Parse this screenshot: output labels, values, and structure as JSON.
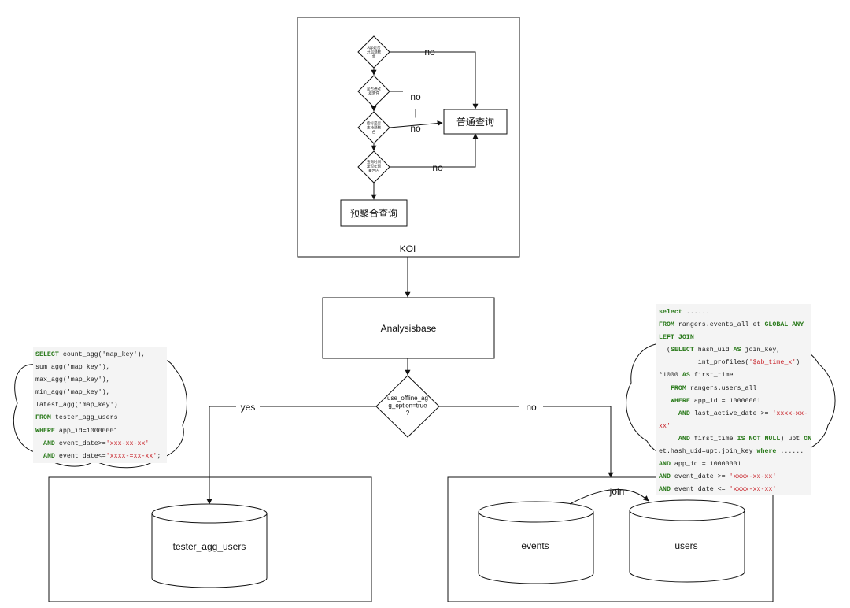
{
  "koi": {
    "label": "KOI",
    "diamonds": [
      "App是否\n开启预聚\n合",
      "是否通过\n滤条件",
      "指标是否\n支持预聚\n合",
      "查询时间\n是否在预\n聚合内"
    ],
    "no_labels": [
      "no",
      "no",
      "|",
      "no",
      "no"
    ],
    "normal_query": "普通查询",
    "pre_agg_query": "预聚合查询"
  },
  "analysisbase": {
    "label": "Analysisbase"
  },
  "decision": {
    "label": "use_offline_ag\ng_option=true\n?",
    "yes_label": "yes",
    "no_label": "no"
  },
  "left_store": {
    "table": "tester_agg_users"
  },
  "right_store": {
    "events": "events",
    "users": "users",
    "join_label": "join"
  },
  "left_sql": [
    [
      [
        "kw",
        "SELECT"
      ],
      [
        "pl",
        " count_agg('map_key'),"
      ]
    ],
    [
      [
        "pl",
        "sum_agg('map_key'),"
      ]
    ],
    [
      [
        "pl",
        "max_agg('map_key'),"
      ]
    ],
    [
      [
        "pl",
        "min_agg('map_key'),"
      ]
    ],
    [
      [
        "pl",
        "latest_agg('map_key') ……"
      ]
    ],
    [
      [
        "kw",
        "FROM"
      ],
      [
        "pl",
        " tester_agg_users"
      ]
    ],
    [
      [
        "kw",
        "WHERE"
      ],
      [
        "pl",
        " app_id=10000001"
      ]
    ],
    [
      [
        "pl",
        "  "
      ],
      [
        "kw",
        "AND"
      ],
      [
        "pl",
        " event_date>="
      ],
      [
        "str",
        "'xxx-xx-xx'"
      ]
    ],
    [
      [
        "pl",
        "  "
      ],
      [
        "kw",
        "AND"
      ],
      [
        "pl",
        " event_date<="
      ],
      [
        "str",
        "'xxxx-=xx-xx'"
      ],
      [
        "pl",
        ";"
      ]
    ]
  ],
  "right_sql": [
    [
      [
        "kw",
        "select"
      ],
      [
        "pl",
        " ......"
      ]
    ],
    [
      [
        "kw",
        "FROM"
      ],
      [
        "pl",
        " rangers.events_all et "
      ],
      [
        "kw",
        "GLOBAL ANY"
      ]
    ],
    [
      [
        "kw",
        "LEFT JOIN"
      ]
    ],
    [
      [
        "pl",
        "  ("
      ],
      [
        "kw",
        "SELECT"
      ],
      [
        "pl",
        " hash_uid "
      ],
      [
        "kw",
        "AS"
      ],
      [
        "pl",
        " join_key,"
      ]
    ],
    [
      [
        "pl",
        "          int_profiles("
      ],
      [
        "str",
        "'$ab_time_x'"
      ],
      [
        "pl",
        ")"
      ]
    ],
    [
      [
        "pl",
        "*1000 "
      ],
      [
        "kw",
        "AS"
      ],
      [
        "pl",
        " first_time"
      ]
    ],
    [
      [
        "pl",
        "   "
      ],
      [
        "kw",
        "FROM"
      ],
      [
        "pl",
        " rangers.users_all"
      ]
    ],
    [
      [
        "pl",
        "   "
      ],
      [
        "kw",
        "WHERE"
      ],
      [
        "pl",
        " app_id = 10000001"
      ]
    ],
    [
      [
        "pl",
        "     "
      ],
      [
        "kw",
        "AND"
      ],
      [
        "pl",
        " last_active_date >= "
      ],
      [
        "str",
        "'xxxx-xx-"
      ]
    ],
    [
      [
        "str",
        "xx'"
      ]
    ],
    [
      [
        "pl",
        "     "
      ],
      [
        "kw",
        "AND"
      ],
      [
        "pl",
        " first_time "
      ],
      [
        "kw",
        "IS NOT NULL"
      ],
      [
        "pl",
        ") upt "
      ],
      [
        "kw",
        "ON"
      ]
    ],
    [
      [
        "pl",
        "et.hash_uid=upt.join_key "
      ],
      [
        "kw",
        "where"
      ],
      [
        "pl",
        " ......"
      ]
    ],
    [
      [
        "kw",
        "AND"
      ],
      [
        "pl",
        " app_id = 10000001"
      ]
    ],
    [
      [
        "kw",
        "AND"
      ],
      [
        "pl",
        " event_date >= "
      ],
      [
        "str",
        "'xxxx-xx-xx'"
      ]
    ],
    [
      [
        "kw",
        "AND"
      ],
      [
        "pl",
        " event_date <= "
      ],
      [
        "str",
        "'xxxx-xx-xx'"
      ]
    ]
  ]
}
